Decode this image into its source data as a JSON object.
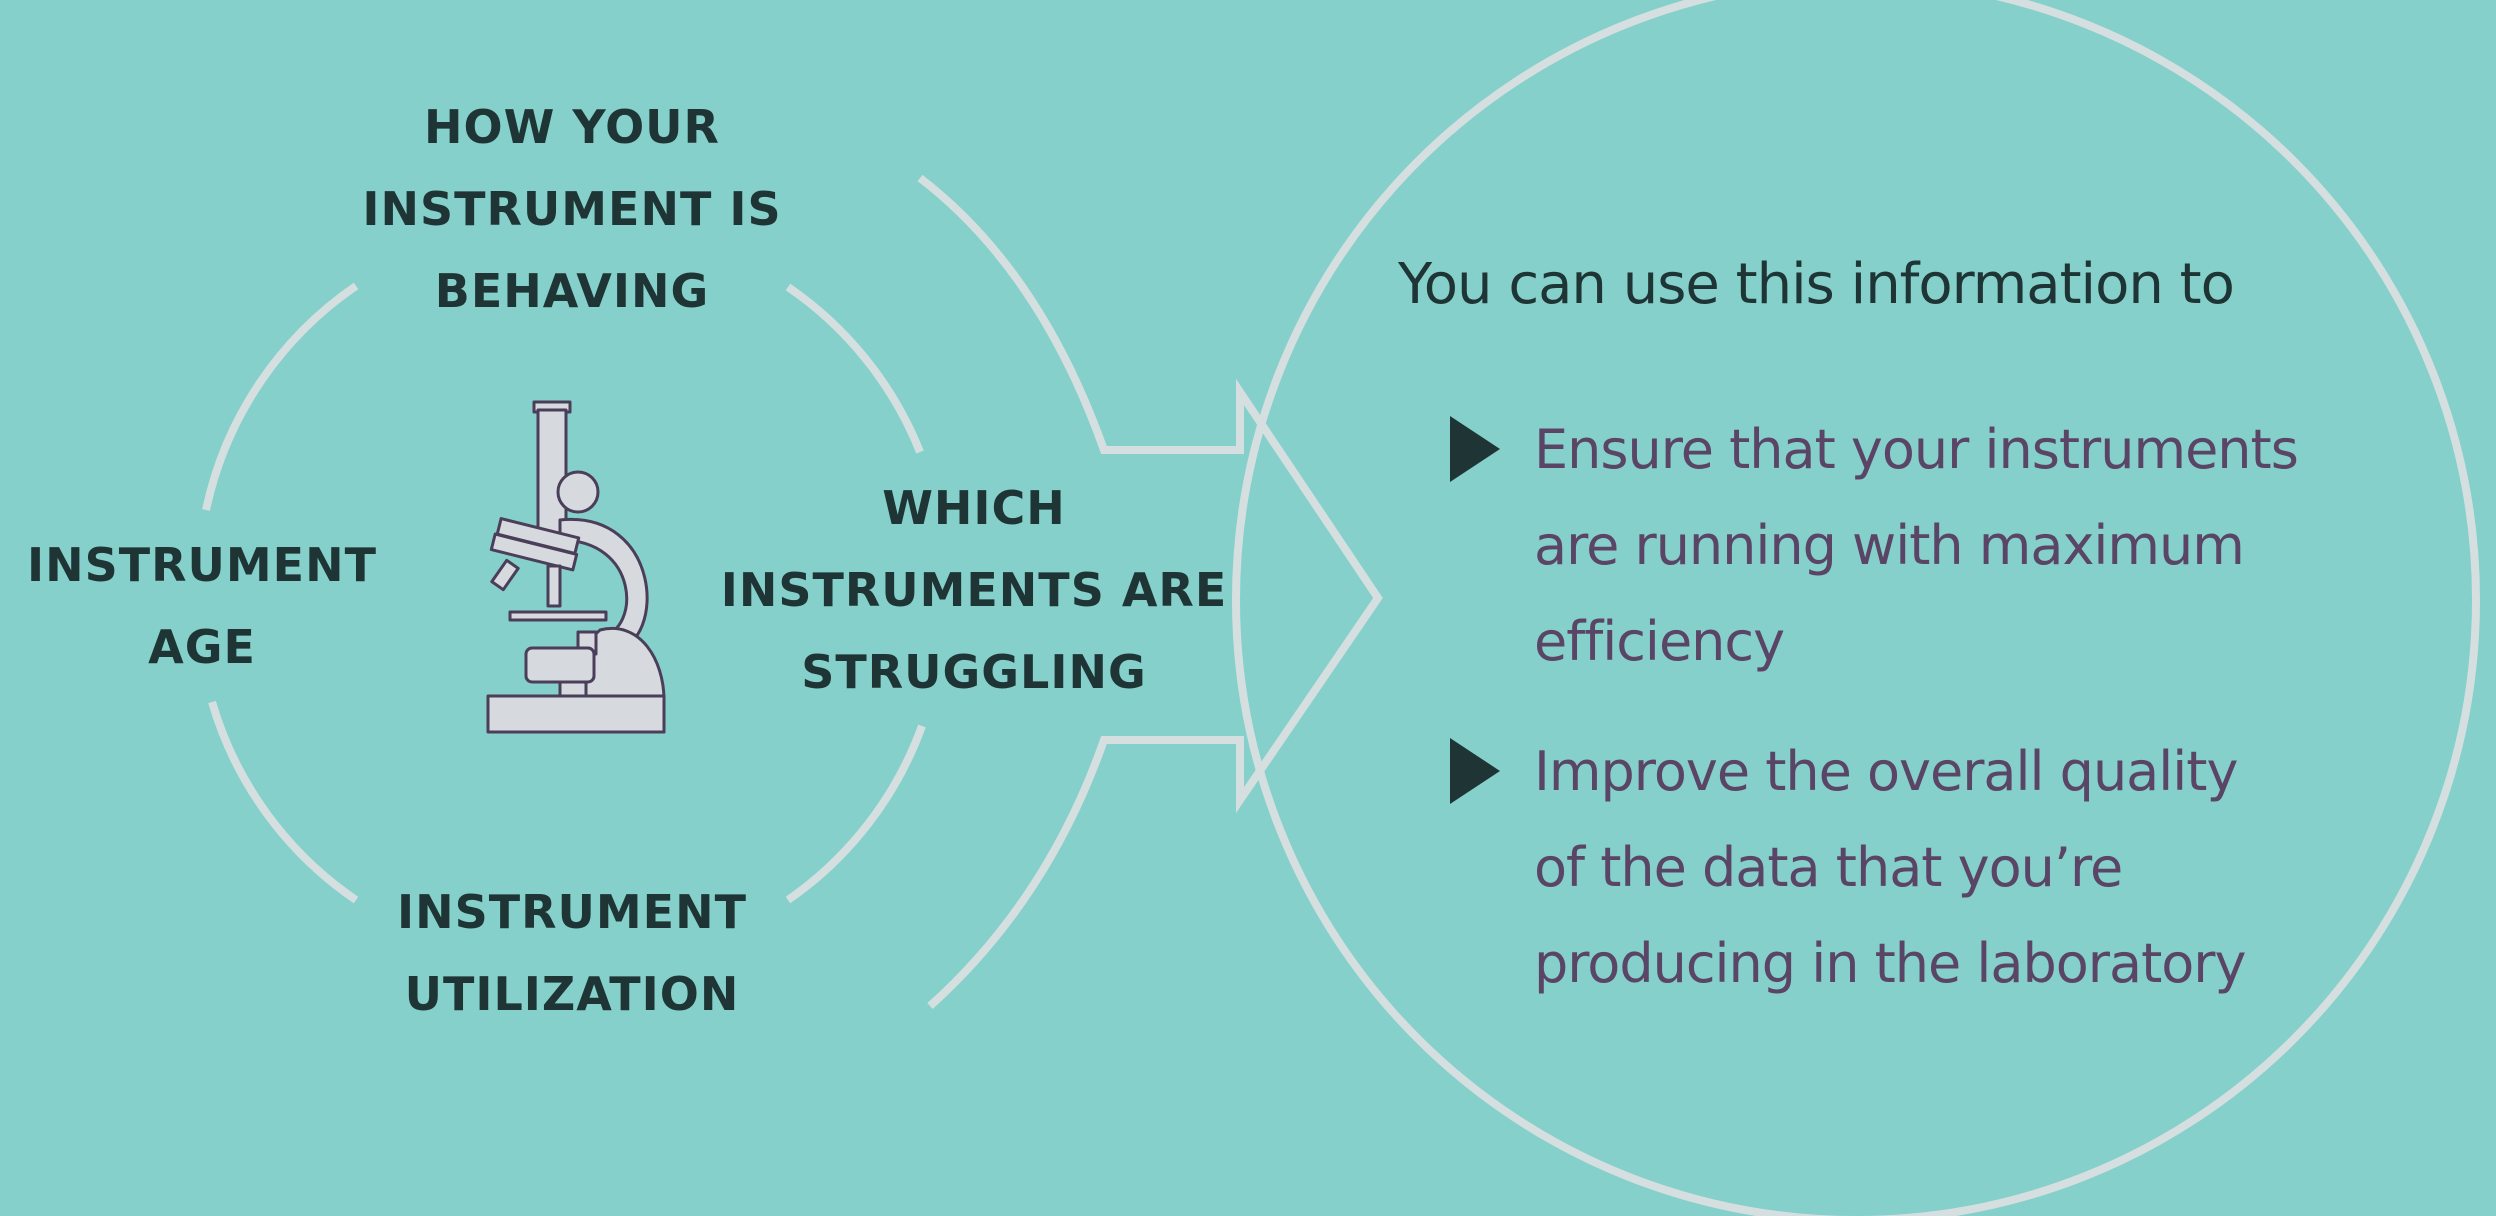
{
  "diagram": {
    "colors": {
      "background": "#85d0cb",
      "outline": "#d6dfe0",
      "heading_text": "#1f3535",
      "bullet_text": "#5a4566",
      "microscope_fill": "#d6dadf",
      "microscope_stroke": "#4a3e58"
    },
    "center_icon": "microscope-icon",
    "factors": {
      "top": [
        "HOW YOUR",
        "INSTRUMENT IS",
        "BEHAVING"
      ],
      "left": [
        "INSTRUMENT",
        "AGE"
      ],
      "right": [
        "WHICH",
        "INSTRUMENTS ARE",
        "STRUGGLING"
      ],
      "bottom": [
        "INSTRUMENT",
        "UTILIZATION"
      ]
    },
    "intro": "You can use this information to",
    "bullets": [
      {
        "lines": [
          "Ensure that your instruments",
          "are running with maximum",
          "efficiency"
        ]
      },
      {
        "lines": [
          "Improve the overall quality",
          "of the data that you’re",
          "producing in the laboratory"
        ]
      }
    ]
  }
}
